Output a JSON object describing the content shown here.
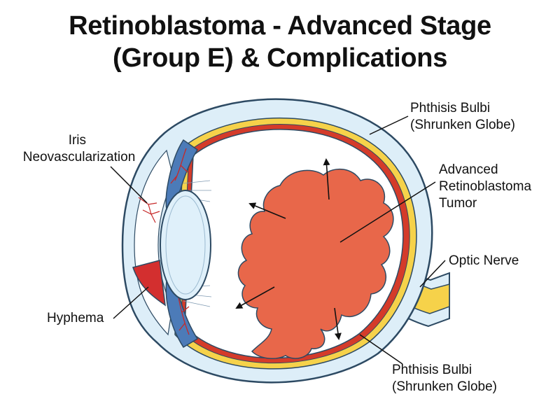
{
  "title": {
    "line1": "Retinoblastoma - Advanced Stage",
    "line2": "(Group E) & Complications"
  },
  "labels": {
    "phthisis_top_line1": "Phthisis Bulbi",
    "phthisis_top_line2": "(Shrunken Globe)",
    "iris_line1": "Iris",
    "iris_line2": "Neovascularization",
    "tumor_line1": "Advanced",
    "tumor_line2": "Retinoblastoma",
    "tumor_line3": "Tumor",
    "optic_nerve": "Optic Nerve",
    "hyphema": "Hyphema",
    "phthisis_bottom_line1": "Phthisis Bulbi",
    "phthisis_bottom_line2": "(Shrunken Globe)"
  },
  "colors": {
    "sclera": "#ddeef8",
    "outline": "#2d4a63",
    "retina_red": "#d43b2a",
    "choroid_yellow": "#f6d24a",
    "tumor": "#e8674a",
    "iris_blue": "#4c7bb8",
    "lens": "#dff0fa",
    "hyphema": "#d32f2f"
  }
}
